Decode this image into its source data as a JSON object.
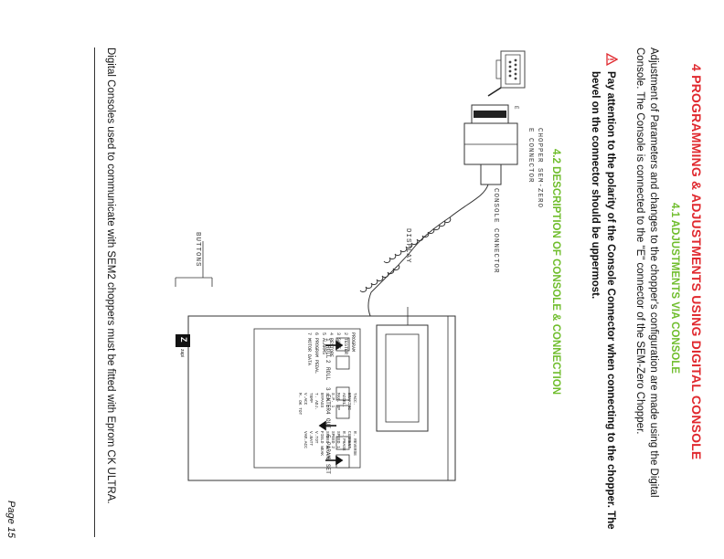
{
  "heading": "4  PROGRAMMING & ADJUSTMENTS USING DIGITAL CONSOLE",
  "section_41": {
    "title": "4.1 ADJUSTMENTS VIA CONSOLE",
    "paragraph": "Adjustment of Parameters and changes to the chopper's configuration are made using the Digital Console. The Console  is connected to the \"E\" connector of the SEM-Zero Chopper.",
    "warning_icon": "warning-triangle-icon",
    "warning": "Pay attention to the polarity of the Console Connector when connecting to the chopper.  The bevel on the connector should be uppermost."
  },
  "section_42": {
    "title": "4.2 DESCRIPTION OF CONSOLE & CONNECTION"
  },
  "diagram": {
    "e_connector_label_1": "E CONNECTOR",
    "e_connector_label_2": "CHOPPER SEM-ZERO",
    "connector_letter": "E",
    "console_connector_label": "CONSOLE CONNECTOR",
    "display_label": "DISPLAY",
    "buttons_label": "BUTTONS",
    "menu_items": [
      "PROGRAM",
      "2  TESTER",
      "3  SAVE",
      "4  RESTORE",
      "5  ALARMS",
      "6  PROGRAM PEDAL",
      "7  MOTOR DATA"
    ],
    "param_col1": [
      "TACC.",
      "BRAKING",
      "ACCEL.",
      "MAX. SP",
      "S.P. 1",
      "S.P. 2",
      "BYPASS",
      "T. ADJ.",
      "TEMP",
      "V.ACC",
      "M. OK TOT"
    ],
    "param_col2": [
      "R. REVERSE",
      "CURRENT",
      "R. PHASE",
      "SPEED 1",
      "SPEED 2",
      "SPEED 3",
      "FIELD WEAK",
      "V.TOT",
      "V.BATT",
      "VAR.ACC"
    ],
    "key_labels": [
      {
        "num": "1",
        "text": "ROLL"
      },
      {
        "num": "2",
        "text": "ROLL"
      },
      {
        "num": "3",
        "text": "ENTER"
      },
      {
        "num": "4",
        "text": "OUT"
      },
      {
        "num": "5",
        "text": "PARAM"
      },
      {
        "num": "6",
        "text": "SET"
      }
    ],
    "logo_text": "Z",
    "logo_small": "zapi"
  },
  "footer": {
    "text": "Digital Consoles used to communicate with SEM2  choppers must be fitted with Eprom CK ULTRA.",
    "page": "Page 15"
  }
}
